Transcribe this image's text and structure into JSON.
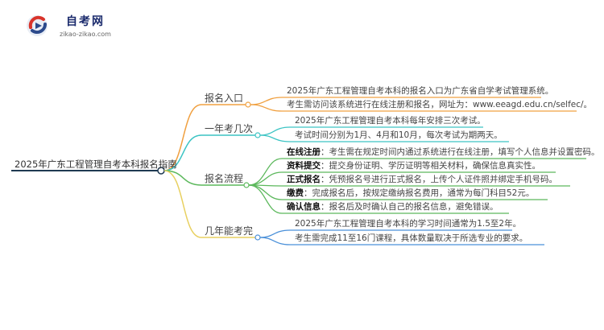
{
  "logo": {
    "title": "自考网",
    "url": "zikao-zikao.com"
  },
  "root": "2025年广东工程管理自考本科报名指南",
  "colors": {
    "root_line": "#1f3a52",
    "orange": "#f0a040",
    "teal": "#3cc4c4",
    "green": "#5cb85c",
    "yellow": "#e8d060",
    "blue": "#4a90d9"
  },
  "branches": [
    {
      "label": "报名入口",
      "leaves": [
        {
          "strong": "",
          "text": "2025年广东工程管理自考本科的报名入口为广东省自学考试管理系统。"
        },
        {
          "strong": "",
          "text": "考生需访问该系统进行在线注册和报名，网址为：www.eeagd.edu.cn/selfec/。"
        }
      ]
    },
    {
      "label": "一年考几次",
      "leaves": [
        {
          "strong": "",
          "text": "2025年广东工程管理自考本科每年安排三次考试。"
        },
        {
          "strong": "",
          "text": "考试时间分别为1月、4月和10月，每次考试为期两天。"
        }
      ]
    },
    {
      "label": "报名流程",
      "leaves": [
        {
          "strong": "在线注册",
          "text": "：考生需在规定时间内通过系统进行在线注册，填写个人信息并设置密码。"
        },
        {
          "strong": "资料提交",
          "text": "：提交身份证明、学历证明等相关材料，确保信息真实性。"
        },
        {
          "strong": "正式报名",
          "text": "：凭预报名号进行正式报名，上传个人证件照并绑定手机号码。"
        },
        {
          "strong": "缴费",
          "text": "：完成报名后，按规定缴纳报名费用，通常为每门科目52元。"
        },
        {
          "strong": "确认信息",
          "text": "：报名后及时确认自己的报名信息，避免错误。"
        }
      ]
    },
    {
      "label": "几年能考完",
      "leaves": [
        {
          "strong": "",
          "text": "2025年广东工程管理自考本科的学习时间通常为1.5至2年。"
        },
        {
          "strong": "",
          "text": "考生需完成11至16门课程，具体数量取决于所选专业的要求。"
        }
      ]
    }
  ]
}
